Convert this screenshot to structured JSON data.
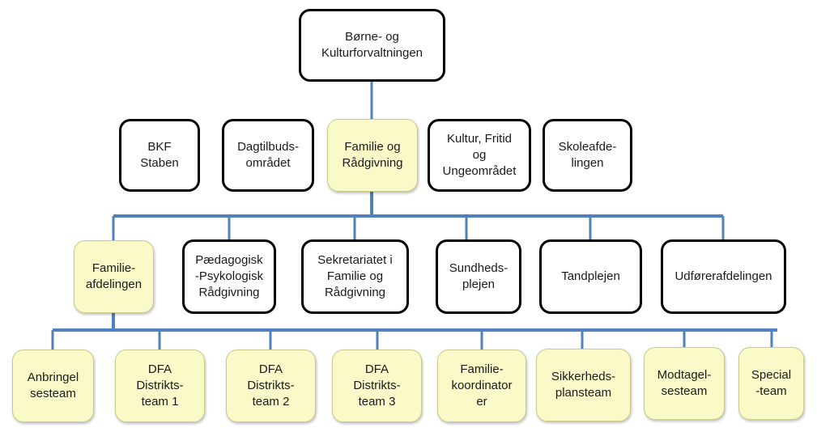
{
  "diagram": {
    "type": "org-chart",
    "colors": {
      "connector": "#4f81bd",
      "highlight_fill": "#fafac8",
      "box_border": "#000000"
    },
    "root": {
      "id": "root",
      "label": "Børne- og\nKulturforvaltningen",
      "style": "white"
    },
    "level1": [
      {
        "id": "l1-0",
        "label": "BKF\nStaben",
        "style": "white"
      },
      {
        "id": "l1-1",
        "label": "Dagtilbuds-\nområdet",
        "style": "white"
      },
      {
        "id": "l1-2",
        "label": "Familie og\nRådgivning",
        "style": "yellow"
      },
      {
        "id": "l1-3",
        "label": "Kultur, Fritid\nog\nUngeområdet",
        "style": "white"
      },
      {
        "id": "l1-4",
        "label": "Skoleafde-\nlingen",
        "style": "white"
      }
    ],
    "level2": [
      {
        "id": "l2-0",
        "label": "Familie-\nafdelingen",
        "style": "yellow"
      },
      {
        "id": "l2-1",
        "label": "Pædagogisk\n-Psykologisk\nRådgivning",
        "style": "white"
      },
      {
        "id": "l2-2",
        "label": "Sekretariatet i\nFamilie og\nRådgivning",
        "style": "white"
      },
      {
        "id": "l2-3",
        "label": "Sundheds-\nplejen",
        "style": "white"
      },
      {
        "id": "l2-4",
        "label": "Tandplejen",
        "style": "white"
      },
      {
        "id": "l2-5",
        "label": "Udførerafdelingen",
        "style": "white"
      }
    ],
    "level3": [
      {
        "id": "l3-0",
        "label": "Anbringel\nsesteam",
        "style": "yellow"
      },
      {
        "id": "l3-1",
        "label": "DFA\nDistrikts-\nteam 1",
        "style": "yellow"
      },
      {
        "id": "l3-2",
        "label": "DFA\nDistrikts-\nteam 2",
        "style": "yellow"
      },
      {
        "id": "l3-3",
        "label": "DFA\nDistrikts-\nteam 3",
        "style": "yellow"
      },
      {
        "id": "l3-4",
        "label": "Familie-\nkoordinator\ner",
        "style": "yellow"
      },
      {
        "id": "l3-5",
        "label": "Sikkerheds-\nplansteam",
        "style": "yellow"
      },
      {
        "id": "l3-6",
        "label": "Modtagel-\nsesteam",
        "style": "yellow"
      },
      {
        "id": "l3-7",
        "label": "Special\n-team",
        "style": "yellow"
      }
    ]
  }
}
